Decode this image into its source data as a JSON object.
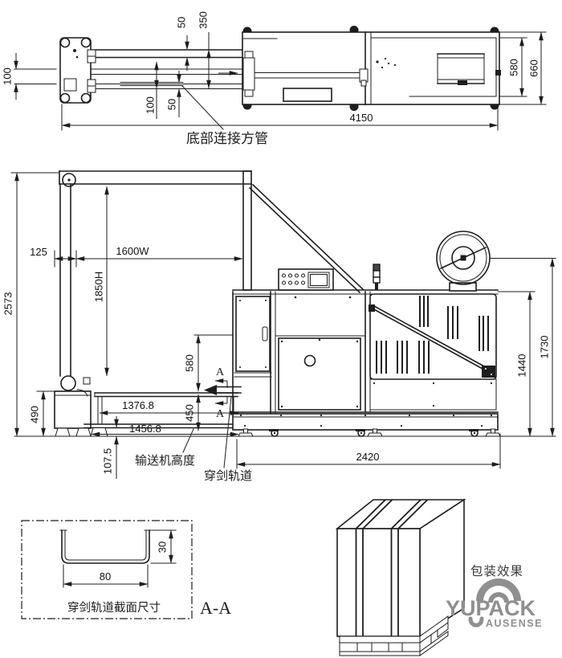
{
  "colors": {
    "line": "#1d1d1d",
    "logo_gray": "#8f8f8f",
    "background": "#ffffff"
  },
  "top_view": {
    "dim_rail_width": "100",
    "dim_beam_depth": "50",
    "dim_beam_offset": "350",
    "dim_tube_offset": "100",
    "dim_tube_width": "50",
    "dim_overall_length": "4150",
    "dim_body_inner_depth": "580",
    "dim_body_depth": "660",
    "label_bottom_tube": "底部连接方管"
  },
  "front_view": {
    "dim_overall_height": "2573",
    "dim_column_offset": "125",
    "dim_arch_width": "1600W",
    "dim_arch_height": "1850H",
    "dim_dispenser_height": "490",
    "dim_track_length": "1376.8",
    "dim_rail_length": "1456.8",
    "dim_rail_height": "107.5",
    "dim_slot_height": "580",
    "dim_table_height": "450",
    "dim_body_length": "2420",
    "dim_body_height": "1440",
    "dim_reel_height": "1730",
    "label_conveyor_height": "输送机高度",
    "label_sword_track": "穿剑轨道",
    "section_mark": "A"
  },
  "section_detail": {
    "dim_channel_width": "80",
    "dim_channel_height": "30",
    "caption": "穿剑轨道截面尺寸",
    "title": "A-A"
  },
  "package": {
    "caption": "包装效果",
    "brand": "YUPACK",
    "brand_sub": "AUSENSE"
  }
}
